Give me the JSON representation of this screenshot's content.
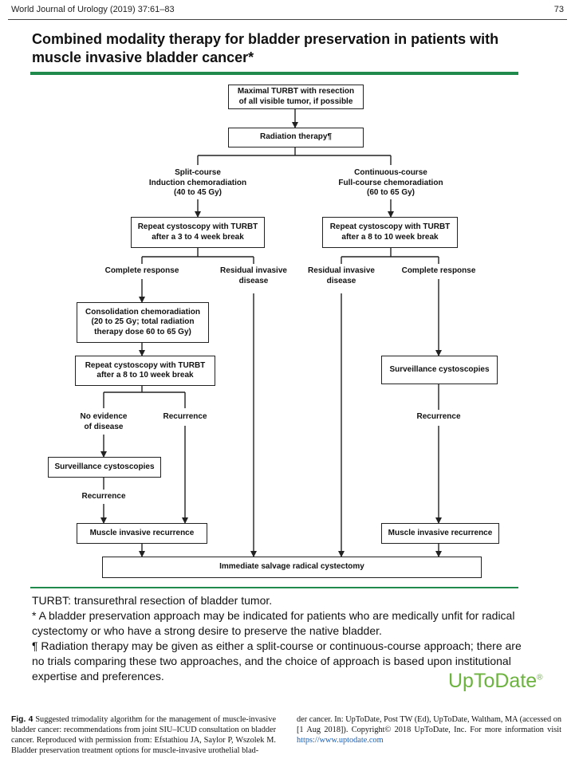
{
  "header": {
    "journal": "World Journal of Urology (2019) 37:61–83",
    "page_number": "73"
  },
  "figure": {
    "title": "Combined modality therapy for bladder preservation in patients with muscle invasive bladder cancer*",
    "nodes": {
      "turbt": "Maximal TURBT with resection\nof all visible tumor, if possible",
      "radiation": "Radiation therapy¶",
      "split_course": "Split-course\nInduction chemoradiation\n(40 to 45 Gy)",
      "continuous_course": "Continuous-course\nFull-course chemoradiation\n(60 to 65 Gy)",
      "repeat_left": "Repeat cystoscopy with TURBT\nafter a 3 to 4 week break",
      "repeat_right": "Repeat cystoscopy with TURBT\nafter a 8 to 10 week break",
      "complete_left": "Complete response",
      "residual_left": "Residual invasive\ndisease",
      "residual_right": "Residual invasive\ndisease",
      "complete_right": "Complete response",
      "consolidation": "Consolidation chemoradiation\n(20 to 25 Gy; total radiation\ntherapy dose 60 to 65 Gy)",
      "repeat_left2": "Repeat cystoscopy with TURBT\nafter a 8 to 10 week break",
      "surveillance_right": "Surveillance cystoscopies",
      "no_evidence": "No evidence\nof disease",
      "recurrence_left_mid": "Recurrence",
      "recurrence_right": "Recurrence",
      "surveillance_left": "Surveillance cystoscopies",
      "recurrence_left_low": "Recurrence",
      "mir_left": "Muscle invasive recurrence",
      "mir_right": "Muscle invasive recurrence",
      "salvage": "Immediate salvage radical cystectomy"
    },
    "notes": {
      "turbt": "TURBT: transurethral resection of bladder tumor.",
      "asterisk": "* A bladder preservation approach may be indicated for patients who are medically unfit for radical cystectomy or who have a strong desire to preserve the native bladder.",
      "pilcrow": "¶ Radiation therapy may be given as either a split-course or continuous-course approach; there are no trials comparing these two approaches, and the choice of approach is based upon institutional expertise and preferences."
    },
    "brand": "UpToDate",
    "brand_mark": "®"
  },
  "caption": {
    "label": "Fig. 4",
    "left_text": "Suggested trimodality algorithm for the management of muscle-invasive bladder cancer: recommendations from joint SIU–ICUD consultation on bladder cancer. Reproduced with permission from: Efstathiou JA, Saylor P, Wszolek M. Bladder preservation treatment options for muscle-invasive urothelial blad-",
    "right_text": "der cancer. In: UpToDate, Post TW (Ed), UpToDate, Waltham, MA (accessed on [1 Aug 2018]). Copyright© 2018 UpToDate, Inc. For more information visit",
    "link": "https://www.uptodate.com"
  },
  "colors": {
    "accent_green": "#1f8a4c",
    "brand_green": "#6cb33f",
    "link_blue": "#1a5fb4"
  }
}
